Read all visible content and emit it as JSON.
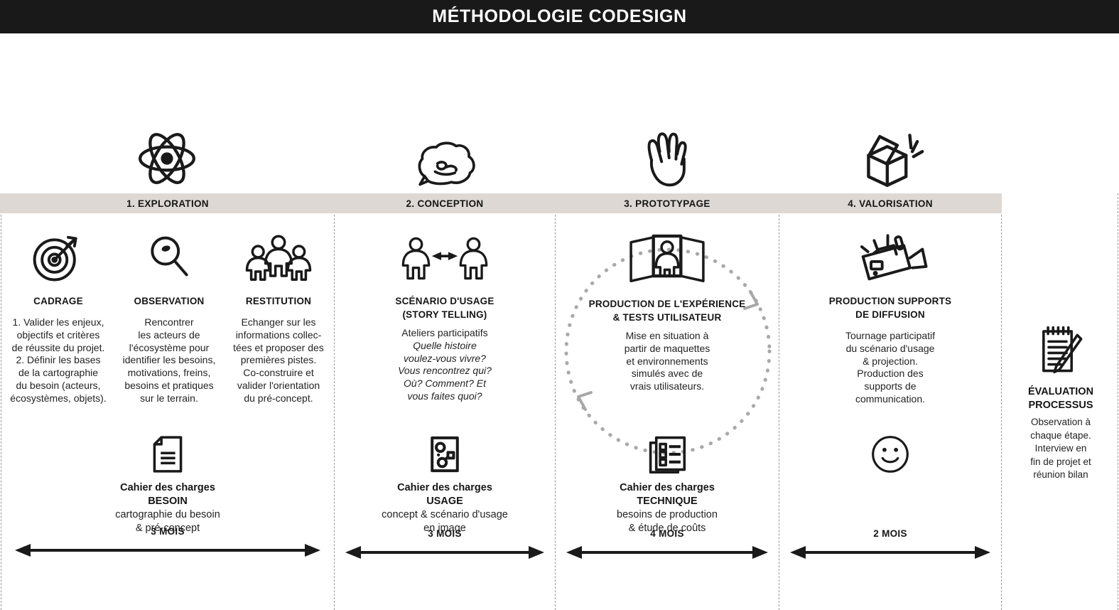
{
  "header": {
    "title": "MÉTHODOLOGIE CODESIGN",
    "background_color": "#191919",
    "text_color": "#ffffff"
  },
  "band": {
    "background_color": "#ddd8d3"
  },
  "columns": [
    {
      "id": "exploration",
      "header_label": "1. EXPLORATION",
      "top_icon": "atom-icon",
      "blocks": [
        {
          "icon": "target-arrow-icon",
          "title": "CADRAGE",
          "body_lines": [
            "1. Valider les enjeux,",
            "objectifs et critères",
            "de réussite du projet.",
            "2. Définir les bases",
            "de la cartographie",
            "du besoin (acteurs,",
            "écosystèmes, objets)."
          ]
        },
        {
          "icon": "magnifier-icon",
          "title": "OBSERVATION",
          "body_lines": [
            "Rencontrer",
            "les acteurs de",
            "l'écosystème pour",
            "identifier les besoins,",
            "motivations, freins,",
            "besoins et pratiques",
            "sur le terrain."
          ]
        },
        {
          "icon": "group-people-icon",
          "title": "RESTITUTION",
          "body_lines": [
            "Echanger sur les",
            "informations collec-",
            "tées et proposer des",
            "premières pistes.",
            "Co-construire et",
            "valider l'orientation",
            "du pré-concept."
          ]
        }
      ],
      "deliverable": {
        "icon": "document-page-icon",
        "title_line1": "Cahier des charges",
        "title_line2": "BESOIN",
        "sub_lines": [
          "cartographie du besoin",
          "& pré-concept"
        ]
      },
      "duration": "3 MOIS"
    },
    {
      "id": "conception",
      "header_label": "2. CONCEPTION",
      "top_icon": "brain-icon",
      "blocks": [
        {
          "icon": "two-people-exchange-icon",
          "title_line1": "SCÉNARIO D'USAGE",
          "title_line2": "(STORY TELLING)",
          "body_regular": [
            "Ateliers participatifs"
          ],
          "body_italic": [
            "Quelle histoire",
            "voulez-vous vivre?",
            "Vous rencontrez qui?",
            "Où? Comment? Et",
            "vous faites quoi?"
          ]
        }
      ],
      "deliverable": {
        "icon": "storyboard-icon",
        "title_line1": "Cahier des charges",
        "title_line2": "USAGE",
        "sub_lines": [
          "concept & scénario d'usage",
          "en image"
        ]
      },
      "duration": "3 MOIS"
    },
    {
      "id": "prototypage",
      "header_label": "3. PROTOTYPAGE",
      "top_icon": "hand-icon",
      "blocks": [
        {
          "icon": "person-in-booth-icon",
          "title_line1": "PRODUCTION DE L'EXPÉRIENCE",
          "title_line2": "& TESTS UTILISATEUR",
          "body_regular": [
            "Mise en situation à",
            "partir de maquettes",
            "et environnements",
            "simulés avec de",
            "vrais utilisateurs."
          ]
        }
      ],
      "deliverable": {
        "icon": "checklist-documents-icon",
        "title_line1": "Cahier des charges",
        "title_line2": "TECHNIQUE",
        "sub_lines": [
          "besoins de production",
          "& étude de coûts"
        ]
      },
      "duration": "4 MOIS"
    },
    {
      "id": "valorisation",
      "header_label": "4. VALORISATION",
      "top_icon": "open-box-icon",
      "blocks": [
        {
          "icon": "video-camera-icon",
          "title_line1": "PRODUCTION SUPPORTS",
          "title_line2": "DE DIFFUSION",
          "body_regular": [
            "Tournage participatif",
            "du scénario d'usage",
            "& projection.",
            "Production des",
            "supports de",
            "communication."
          ]
        }
      ],
      "deliverable": {
        "icon": "smiley-face-icon",
        "title_line1": "",
        "title_line2": "",
        "sub_lines": []
      },
      "duration": "2 MOIS"
    }
  ],
  "evaluation": {
    "icon": "notepad-pen-icon",
    "title_line1": "ÉVALUATION",
    "title_line2": "PROCESSUS",
    "body_lines": [
      "Observation à",
      "chaque étape.",
      "Interview en",
      "fin de projet et",
      "réunion bilan"
    ]
  }
}
